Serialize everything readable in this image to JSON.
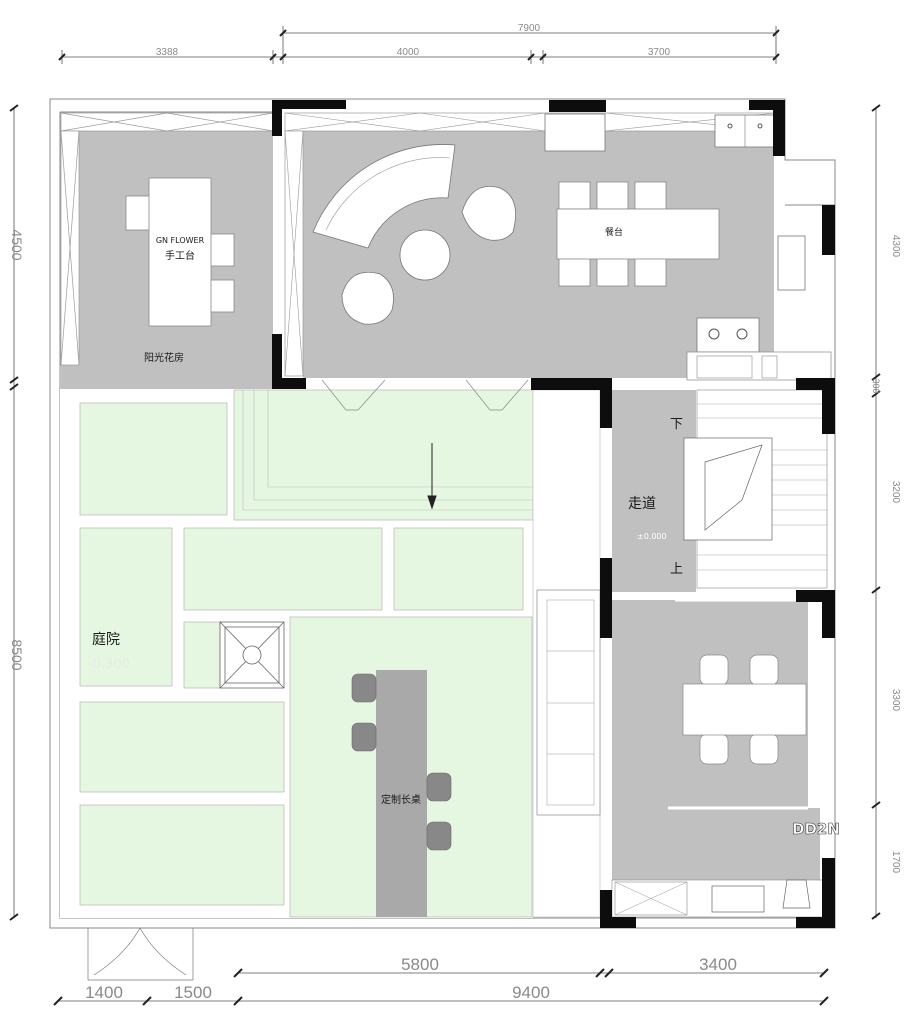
{
  "dimensions": {
    "top_total": "7900",
    "top_left": "3388",
    "top_mid": "4000",
    "top_right": "3700",
    "left_upper": "4500",
    "left_lower": "8500",
    "right_1": "4300",
    "right_2": "300",
    "right_3": "3200",
    "right_4": "3300",
    "right_5": "1700",
    "bottom_a": "5800",
    "bottom_b": "3400",
    "bottom_c": "1400",
    "bottom_d": "1500",
    "bottom_e": "9400"
  },
  "rooms": {
    "sunroom": "阳光花房",
    "workbench_brand": "GN FLOWER",
    "workbench": "手工台",
    "dining_table": "餐台",
    "corridor": "走道",
    "corridor_level": "±0.000",
    "stairs_down": "下",
    "stairs_up": "上",
    "courtyard": "庭院",
    "courtyard_level": "-0.300",
    "long_table": "定制长桌",
    "mark": "DD2N"
  },
  "colors": {
    "floor_gray": "#c0c0c0",
    "courtyard_green": "#e6f7e1",
    "wall_black": "#0d0d0d",
    "line": "#9a9a9a",
    "text": "#1a1a1a"
  }
}
